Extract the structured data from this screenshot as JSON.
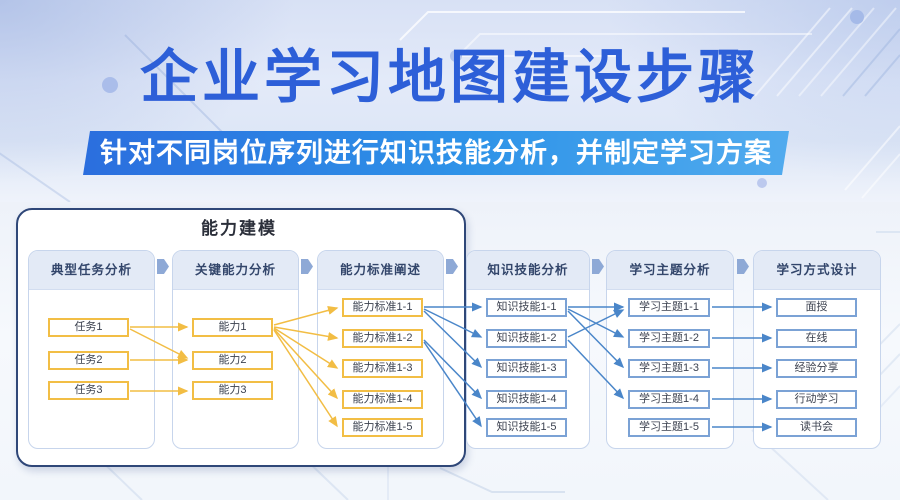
{
  "header": {
    "title": "企业学习地图建设步骤",
    "subtitle": "针对不同岗位序列进行知识技能分析，并制定学习方案"
  },
  "colors": {
    "title_blue": "#2d5fd8",
    "subtitle_banner_gradient": [
      "#2b6ede",
      "#2e93e8",
      "#51abee"
    ],
    "yellow_accent": "#f2be45",
    "blue_node_border": "#7ba2d5",
    "blue_connector": "#4a86c9",
    "yellow_connector": "#f2bd44",
    "card_header_bg": "#e3eaf6",
    "card_border": "#c7d5ec",
    "container_border": "#2f4778",
    "step_arrow": "#8ea9d6"
  },
  "diagram": {
    "container_label": "能力建模",
    "columns": [
      {
        "header": "典型任务分析",
        "style": "yellow",
        "items": [
          "任务1",
          "任务2",
          "任务3"
        ]
      },
      {
        "header": "关键能力分析",
        "style": "yellow",
        "items": [
          "能力1",
          "能力2",
          "能力3"
        ]
      },
      {
        "header": "能力标准阐述",
        "style": "yellow",
        "items": [
          "能力标准1-1",
          "能力标准1-2",
          "能力标准1-3",
          "能力标准1-4",
          "能力标准1-5"
        ]
      },
      {
        "header": "知识技能分析",
        "style": "blue",
        "items": [
          "知识技能1-1",
          "知识技能1-2",
          "知识技能1-3",
          "知识技能1-4",
          "知识技能1-5"
        ]
      },
      {
        "header": "学习主题分析",
        "style": "blue",
        "items": [
          "学习主题1-1",
          "学习主题1-2",
          "学习主题1-3",
          "学习主题1-4",
          "学习主题1-5"
        ]
      },
      {
        "header": "学习方式设计",
        "style": "blue",
        "items": [
          "面授",
          "在线",
          "经验分享",
          "行动学习",
          "读书会"
        ]
      }
    ],
    "links": [
      {
        "from": "任务1",
        "to": "能力1"
      },
      {
        "from": "任务1",
        "to": "能力2"
      },
      {
        "from": "任务2",
        "to": "能力2"
      },
      {
        "from": "任务3",
        "to": "能力3"
      },
      {
        "from": "能力1",
        "to": "能力标准1-1"
      },
      {
        "from": "能力1",
        "to": "能力标准1-2"
      },
      {
        "from": "能力1",
        "to": "能力标准1-3"
      },
      {
        "from": "能力1",
        "to": "能力标准1-4"
      },
      {
        "from": "能力1",
        "to": "能力标准1-5"
      },
      {
        "from": "能力标准1-1",
        "to": "知识技能1-1"
      },
      {
        "from": "能力标准1-1",
        "to": "知识技能1-2"
      },
      {
        "from": "能力标准1-1",
        "to": "知识技能1-3"
      },
      {
        "from": "能力标准1-2",
        "to": "知识技能1-4"
      },
      {
        "from": "能力标准1-2",
        "to": "知识技能1-5"
      },
      {
        "from": "知识技能1-1",
        "to": "学习主题1-1"
      },
      {
        "from": "知识技能1-1",
        "to": "学习主题1-2"
      },
      {
        "from": "知识技能1-1",
        "to": "学习主题1-3"
      },
      {
        "from": "知识技能1-2",
        "to": "学习主题1-1"
      },
      {
        "from": "知识技能1-2",
        "to": "学习主题1-4"
      },
      {
        "from": "学习主题1-1",
        "to": "面授"
      },
      {
        "from": "学习主题1-2",
        "to": "在线"
      },
      {
        "from": "学习主题1-3",
        "to": "经验分享"
      },
      {
        "from": "学习主题1-4",
        "to": "行动学习"
      },
      {
        "from": "学习主题1-5",
        "to": "读书会"
      }
    ]
  }
}
